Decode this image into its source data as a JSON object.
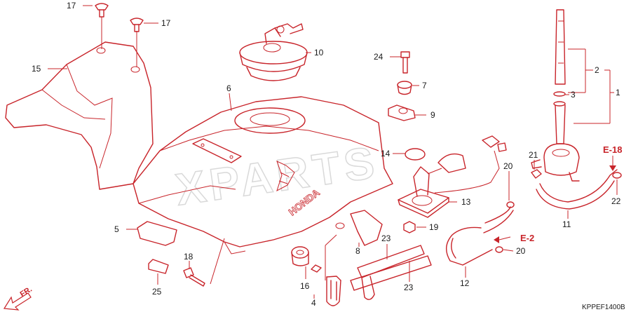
{
  "callouts": {
    "c1": "1",
    "c2": "2",
    "c3": "3",
    "c4": "4",
    "c5": "5",
    "c6": "6",
    "c7": "7",
    "c8": "8",
    "c9": "9",
    "c10": "10",
    "c11": "11",
    "c12": "12",
    "c13": "13",
    "c14": "14",
    "c15": "15",
    "c16": "16",
    "c17a": "17",
    "c17b": "17",
    "c18": "18",
    "c19": "19",
    "c20a": "20",
    "c20b": "20",
    "c21": "21",
    "c22": "22",
    "c23a": "23",
    "c23b": "23",
    "c24": "24",
    "c25": "25"
  },
  "references": {
    "e18": "E-18",
    "e2": "E-2"
  },
  "brand_text": "HONDA",
  "watermark": "XPARTS",
  "front_marker": "FR.",
  "diagram_code": "KPPEF1400B",
  "colors": {
    "line": "#c8242a",
    "text": "#1a1a1a",
    "watermark": "#d9d9d9"
  }
}
